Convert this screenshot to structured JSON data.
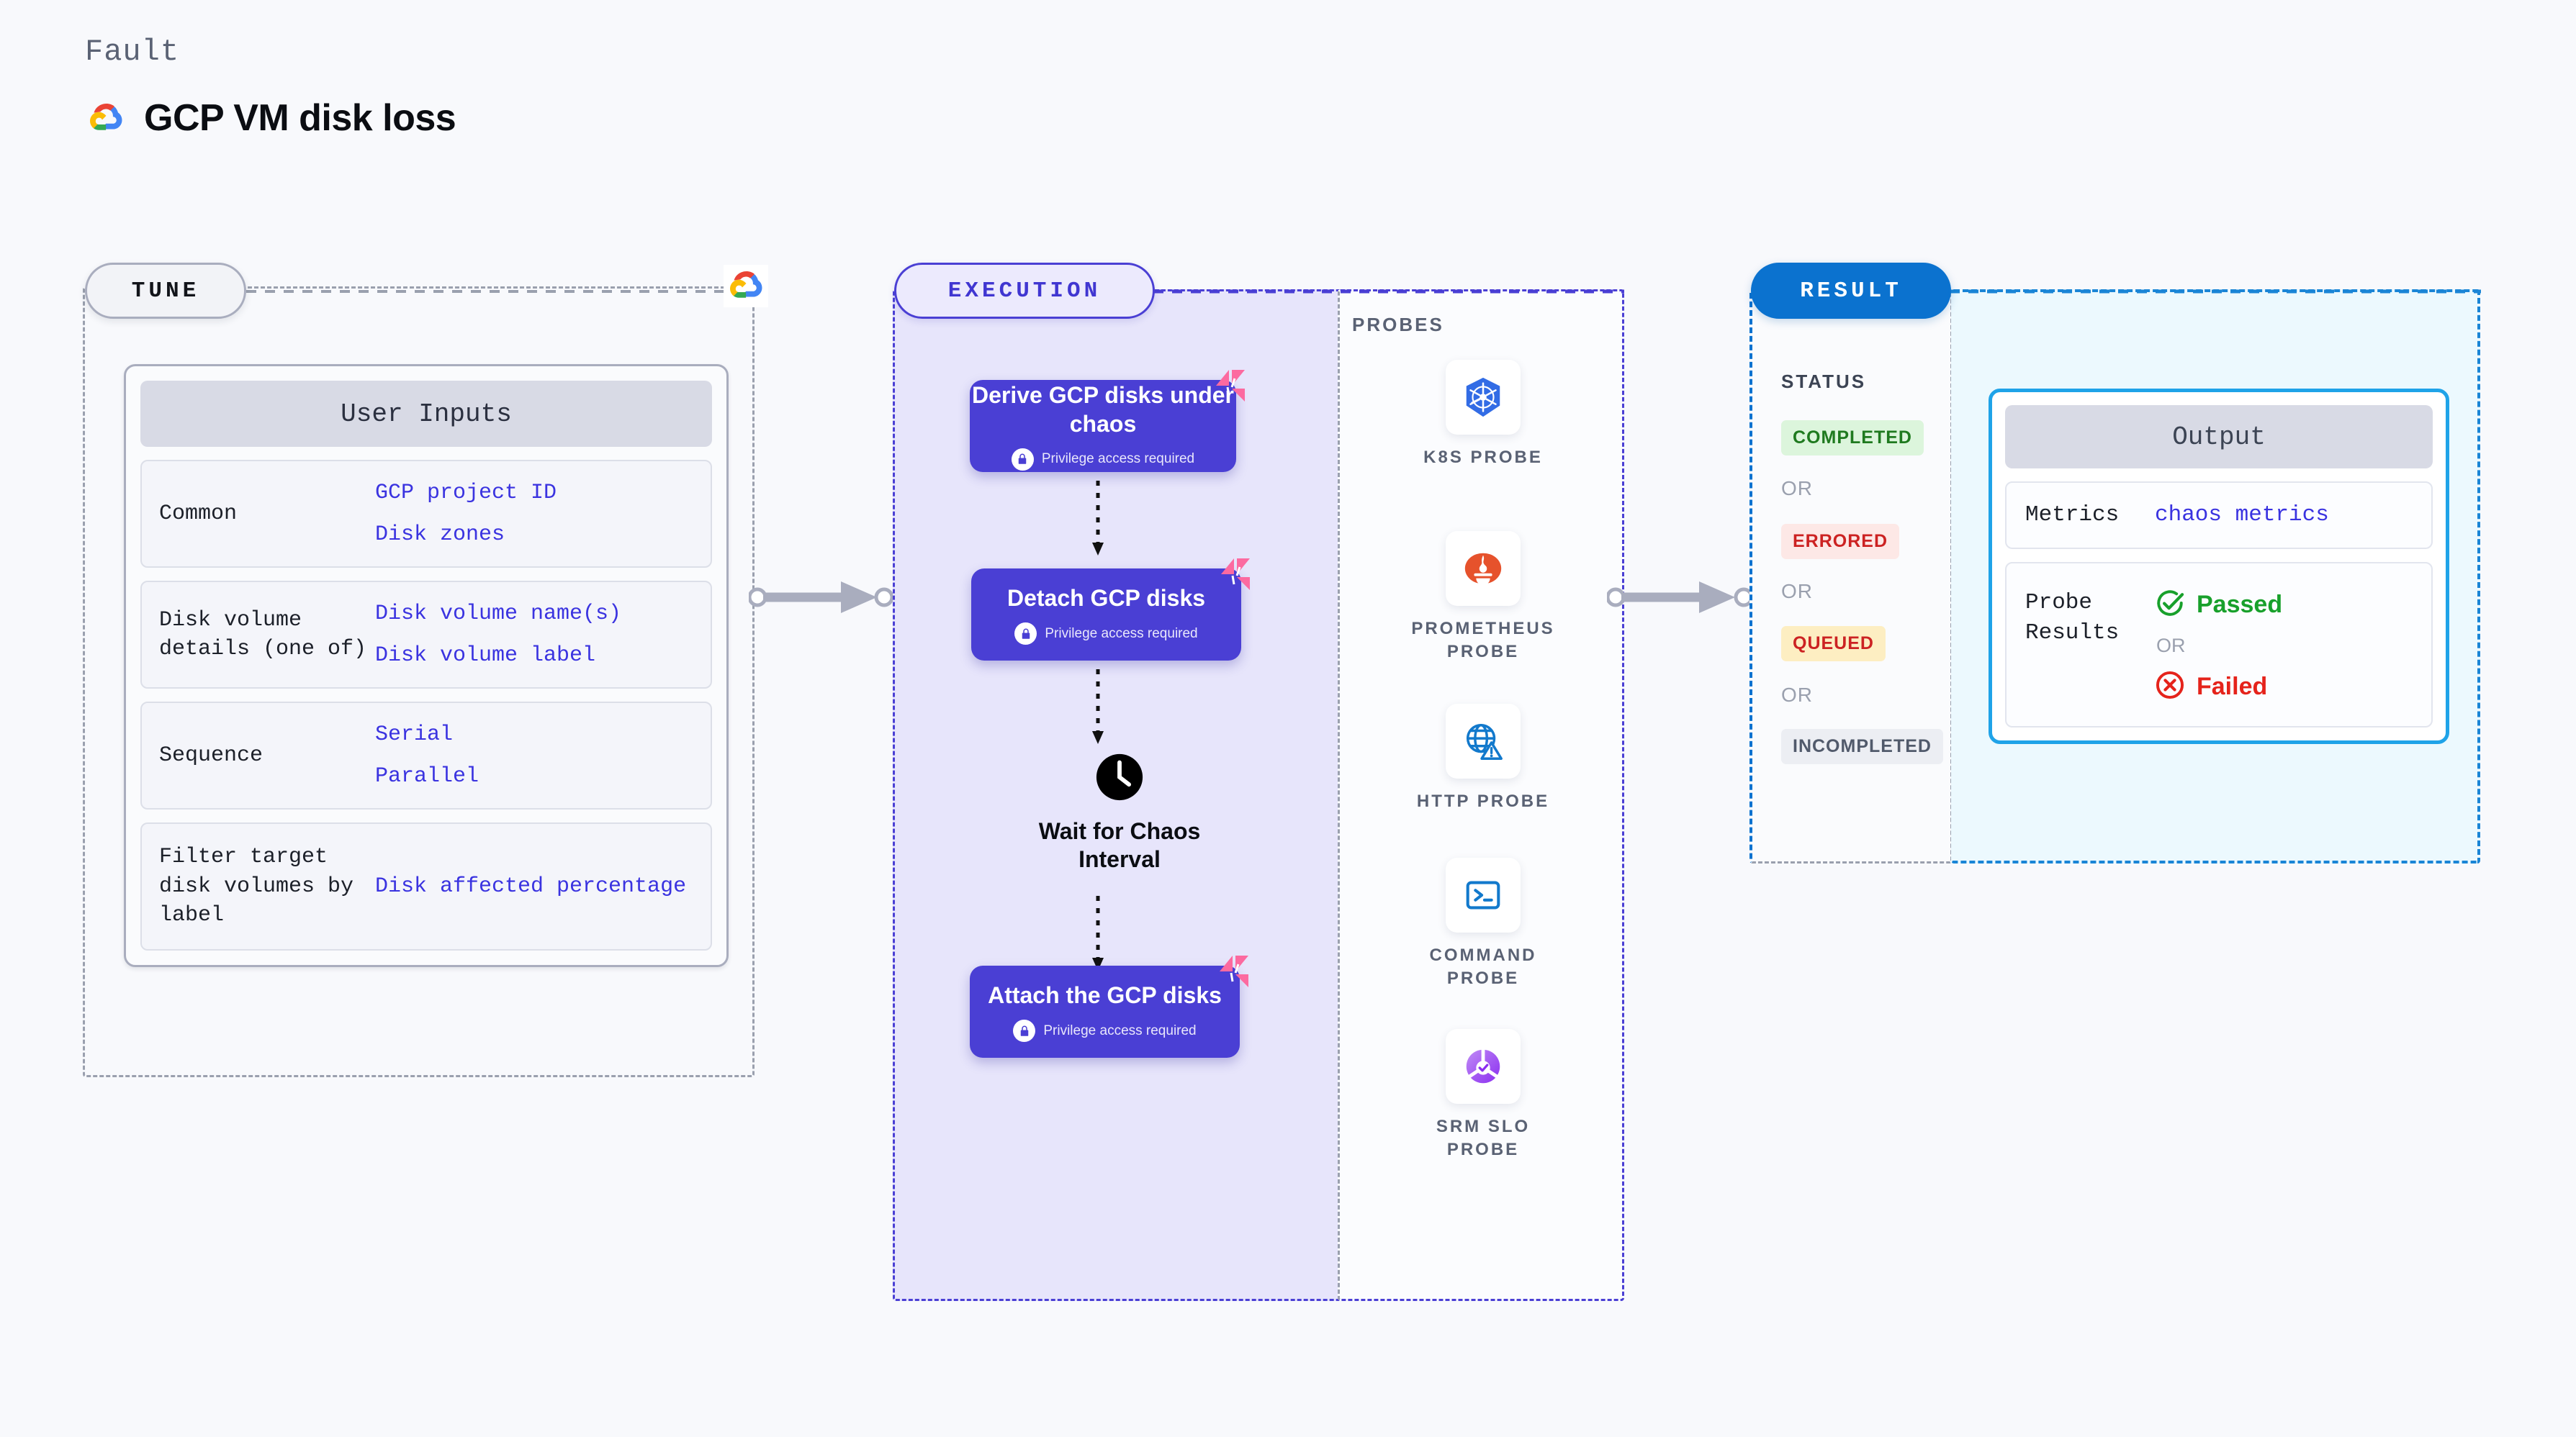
{
  "header": {
    "kicker": "Fault",
    "title": "GCP VM disk loss",
    "logo_icon": "gcp-logo-icon"
  },
  "tune": {
    "badge": "TUNE",
    "logo_icon": "gcp-logo-icon",
    "card_title": "User Inputs",
    "rows": [
      {
        "key": "Common",
        "values": [
          "GCP project ID",
          "Disk zones"
        ]
      },
      {
        "key": "Disk volume details (one of)",
        "values": [
          "Disk volume name(s)",
          "Disk volume label"
        ]
      },
      {
        "key": "Sequence",
        "values": [
          "Serial",
          "Parallel"
        ]
      },
      {
        "key": "Filter target disk volumes by label",
        "values": [
          "Disk affected percentage"
        ]
      }
    ]
  },
  "execution": {
    "badge": "EXECUTION",
    "privilege_note": "Privilege access required",
    "steps": [
      {
        "title": "Derive GCP disks under chaos",
        "privileged": true
      },
      {
        "title": "Detach GCP disks",
        "privileged": true
      },
      {
        "title": "Attach the GCP disks",
        "privileged": true
      }
    ],
    "wait": {
      "label": "Wait for Chaos Interval",
      "icon": "clock-icon"
    }
  },
  "probes": {
    "title": "PROBES",
    "items": [
      {
        "label": "K8S PROBE",
        "icon": "kubernetes-icon"
      },
      {
        "label": "PROMETHEUS PROBE",
        "icon": "prometheus-icon"
      },
      {
        "label": "HTTP PROBE",
        "icon": "http-globe-warning-icon"
      },
      {
        "label": "COMMAND PROBE",
        "icon": "terminal-icon"
      },
      {
        "label": "SRM SLO PROBE",
        "icon": "srm-slo-icon"
      }
    ]
  },
  "result": {
    "badge": "RESULT",
    "status_title": "STATUS",
    "or_label": "OR",
    "statuses": [
      {
        "label": "COMPLETED",
        "color": "#1f7a1f",
        "bg": "#dcf5dc"
      },
      {
        "label": "ERRORED",
        "color": "#cc2222",
        "bg": "#fde8e6"
      },
      {
        "label": "QUEUED",
        "color": "#cc2222",
        "bg": "#fdeec2"
      },
      {
        "label": "INCOMPLETED",
        "color": "#515a6b",
        "bg": "#eceef3"
      }
    ],
    "output": {
      "title": "Output",
      "metrics_key": "Metrics",
      "metrics_value": "chaos metrics",
      "probe_results_key": "Probe Results",
      "passed_label": "Passed",
      "failed_label": "Failed",
      "or_label": "OR",
      "passed_color": "#18a02b",
      "failed_color": "#e5231b"
    }
  },
  "colors": {
    "accent_purple": "#4a3fd4",
    "accent_blue": "#0b72cf",
    "link_blue": "#3a33e0",
    "pink": "#fc6aa0"
  }
}
